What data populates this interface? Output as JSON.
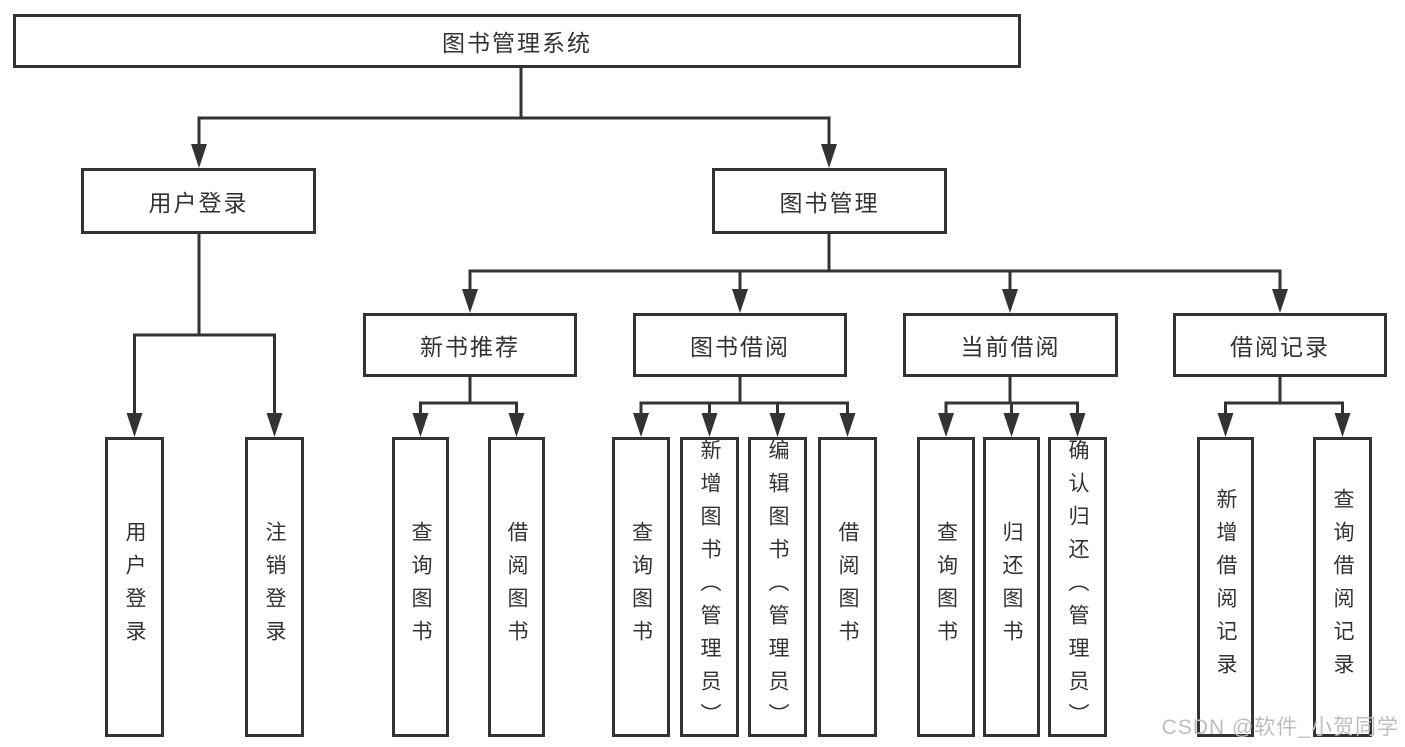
{
  "diagram": {
    "type": "hierarchy-tree",
    "colors": {
      "line": "#333333",
      "box_border": "#333333",
      "box_fill": "#ffffff",
      "text": "#333333",
      "watermark": "#b9bec6",
      "background": "#ffffff"
    }
  },
  "tree": {
    "label": "图书管理系统",
    "children": [
      {
        "label": "用户登录",
        "children": [
          {
            "label": "用户登录"
          },
          {
            "label": "注销登录"
          }
        ]
      },
      {
        "label": "图书管理",
        "children": [
          {
            "label": "新书推荐",
            "children": [
              {
                "label": "查询图书"
              },
              {
                "label": "借阅图书"
              }
            ]
          },
          {
            "label": "图书借阅",
            "children": [
              {
                "label": "查询图书"
              },
              {
                "label": "新增图书（管理员）"
              },
              {
                "label": "编辑图书（管理员）"
              },
              {
                "label": "借阅图书"
              }
            ]
          },
          {
            "label": "当前借阅",
            "children": [
              {
                "label": "查询图书"
              },
              {
                "label": "归还图书"
              },
              {
                "label": "确认归还（管理员）"
              }
            ]
          },
          {
            "label": "借阅记录",
            "children": [
              {
                "label": "新增借阅记录"
              },
              {
                "label": "查询借阅记录"
              }
            ]
          }
        ]
      }
    ]
  },
  "watermark": "CSDN @软件_小贺同学"
}
